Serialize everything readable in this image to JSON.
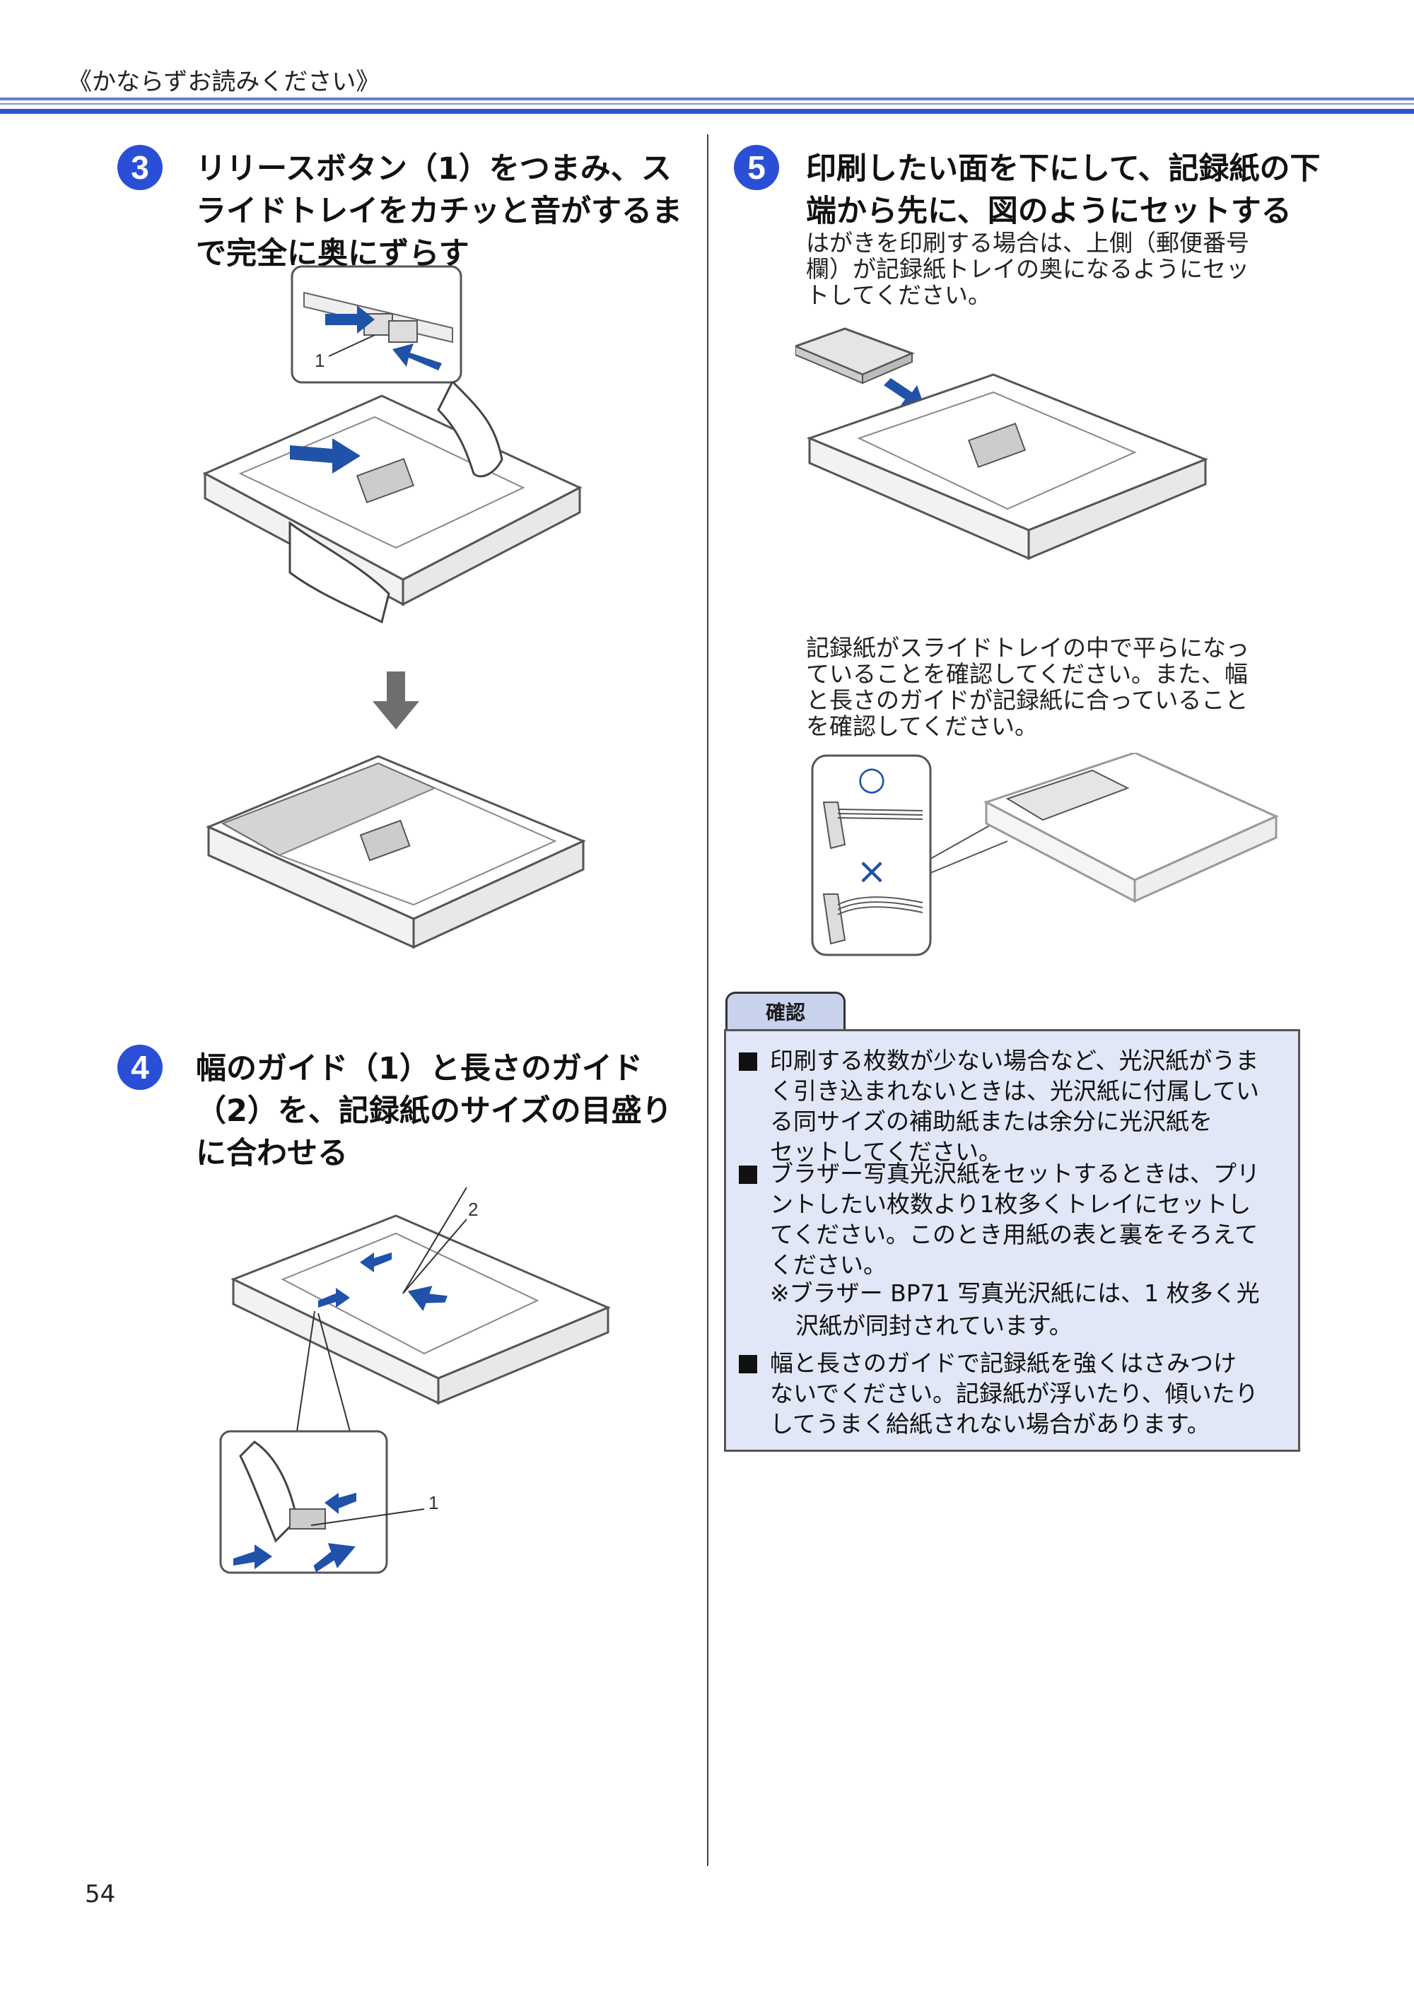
{
  "header": {
    "title": "《かならずお読みください》"
  },
  "colors": {
    "accent": "#2a4fd6",
    "arrow": "#1f52a8",
    "check_bg": "#e2e7f7",
    "check_tab": "#c9d2ec"
  },
  "step3": {
    "number": "3",
    "title_lines": [
      "リリースボタン（1）をつまみ、ス",
      "ライドトレイをカチッと音がするま",
      "で完全に奥にずらす"
    ],
    "callout_1": "1"
  },
  "step4": {
    "number": "4",
    "title_lines": [
      "幅のガイド（1）と長さのガイド",
      "（2）を、記録紙のサイズの目盛り",
      "に合わせる"
    ],
    "callout_1": "1",
    "callout_2": "2"
  },
  "step5": {
    "number": "5",
    "title_lines": [
      "印刷したい面を下にして、記録紙の下",
      "端から先に、図のようにセットする"
    ],
    "desc_lines": [
      "はがきを印刷する場合は、上側（郵便番号",
      "欄）が記録紙トレイの奥になるようにセッ",
      "トしてください。"
    ],
    "desc2_lines": [
      "記録紙がスライドトレイの中で平らになっ",
      "ていることを確認してください。また、幅",
      "と長さのガイドが記録紙に合っていること",
      "を確認してください。"
    ],
    "ok_mark": "○",
    "ng_mark": "×"
  },
  "check": {
    "label": "確認",
    "items": [
      {
        "lines": [
          "印刷する枚数が少ない場合など、光沢紙がうま",
          "く引き込まれないときは、光沢紙に付属してい",
          "る同サイズの補助紙または余分に光沢紙を",
          "セットしてください。"
        ]
      },
      {
        "lines": [
          "ブラザー写真光沢紙をセットするときは、プリ",
          "ントしたい枚数より1枚多くトレイにセットし",
          "てください。このとき用紙の表と裏をそろえて",
          "ください。"
        ]
      },
      {
        "lines": [
          "幅と長さのガイドで記録紙を強くはさみつけ",
          "ないでください。記録紙が浮いたり、傾いたり",
          "してうまく給紙されない場合があります。"
        ]
      }
    ],
    "note_lines": [
      "※ブラザー BP71 写真光沢紙には、1 枚多く光",
      "沢紙が同封されています。"
    ]
  },
  "footer": {
    "page_number": "54"
  }
}
